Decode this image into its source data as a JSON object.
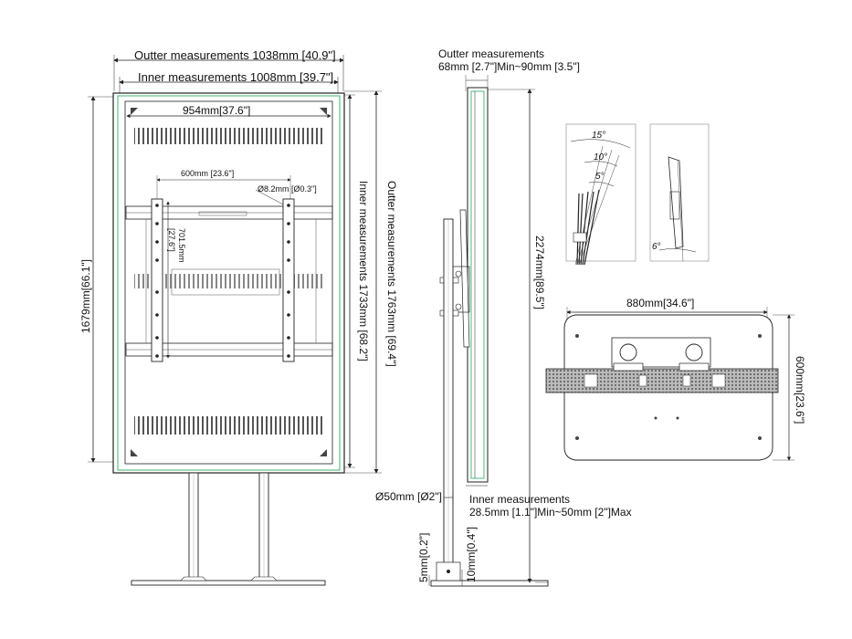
{
  "front_view": {
    "outer_width": "Outter measurements 1038mm [40.9\"]",
    "inner_width": "Inner measurements  1008mm [39.7\"]",
    "screen_width": "954mm[37.6\"]",
    "vesa_width": "600mm [23.6\"]",
    "hole_diameter": "Ø8.2mm [Ø0.3\"]",
    "vesa_height_mm": "701.5mm",
    "vesa_height_in": "[27.6\"]",
    "overall_height": "1679mm[66.1\"]",
    "inner_height": "Inner measurements  1733mm [68.2\"]",
    "outer_height": "Outter measurements 1763mm [69.4\"]"
  },
  "side_view": {
    "outer_depth_title": "Outter measurements",
    "outer_depth_value": "68mm [2.7\"]Min~90mm [3.5\"]",
    "total_height": "2274mm[89.5\"]",
    "pole_diameter": "Ø50mm [Ø2\"]",
    "inner_depth_title": "Inner measurements",
    "inner_depth_value": "28.5mm [1.1\"]Min~50mm [2\"]Max",
    "plate_thickness": "5mm[0.2\"]",
    "base_thickness": "10mm[0.4\"]"
  },
  "tilt_view": {
    "angle_15": "15°",
    "angle_10": "10°",
    "angle_5": "5°",
    "angle_6": "6°"
  },
  "base_view": {
    "base_width": "880mm[34.6\"]",
    "base_depth": "600mm[23.6\"]"
  },
  "colors": {
    "line": "#222222",
    "outline_green": "#3cb371",
    "hatch_grey": "#777777"
  }
}
